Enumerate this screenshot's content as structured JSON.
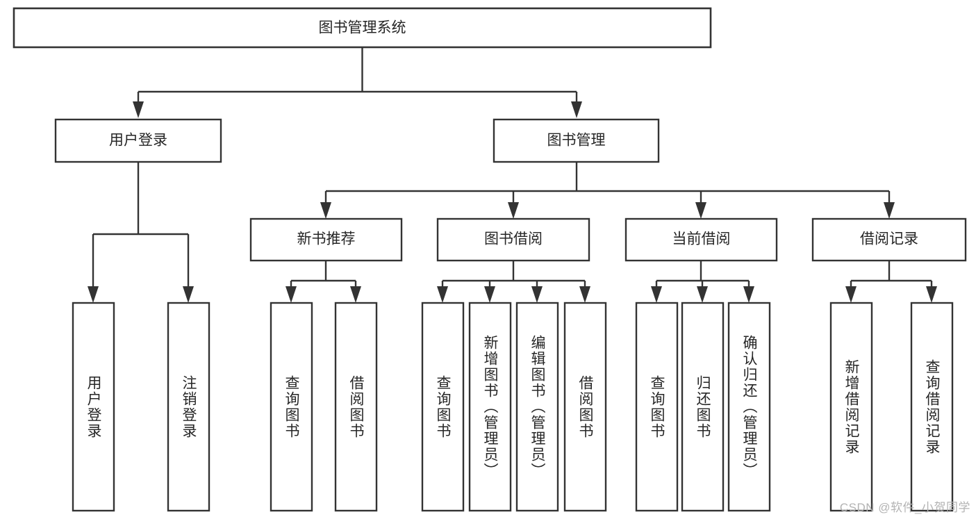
{
  "diagram": {
    "title": "图书管理系统",
    "watermark": "CSDN @软件_小贺同学",
    "colors": {
      "stroke": "#333333",
      "text": "#262626",
      "background": "#ffffff",
      "watermark": "#b3b3b3"
    },
    "root": {
      "label": "图书管理系统"
    },
    "level2": [
      {
        "label": "用户登录"
      },
      {
        "label": "图书管理"
      }
    ],
    "level3": [
      {
        "label": "新书推荐"
      },
      {
        "label": "图书借阅"
      },
      {
        "label": "当前借阅"
      },
      {
        "label": "借阅记录"
      }
    ],
    "leaves": {
      "user_login": [
        {
          "label": "用户登录"
        },
        {
          "label": "注销登录"
        }
      ],
      "new_book": [
        {
          "label": "查询图书"
        },
        {
          "label": "借阅图书"
        }
      ],
      "book_borrow": [
        {
          "label": "查询图书"
        },
        {
          "label": "新增图书（管理员）"
        },
        {
          "label": "编辑图书（管理员）"
        },
        {
          "label": "借阅图书"
        }
      ],
      "current_borrow": [
        {
          "label": "查询图书"
        },
        {
          "label": "归还图书"
        },
        {
          "label": "确认归还（管理员）"
        }
      ],
      "borrow_record": [
        {
          "label": "新增借阅记录"
        },
        {
          "label": "查询借阅记录"
        }
      ]
    }
  }
}
